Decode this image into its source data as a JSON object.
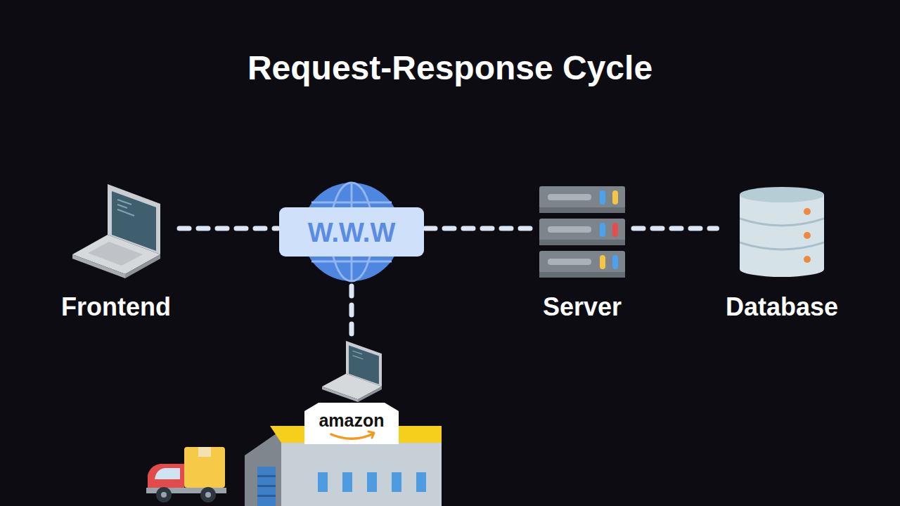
{
  "diagram": {
    "title": "Request-Response Cycle",
    "nodes": [
      {
        "text": [
          "Frontend"
        ]
      },
      {
        "text": [
          "W.W.W"
        ]
      },
      {
        "text": [
          "Server"
        ]
      },
      {
        "text": [
          "Database"
        ]
      },
      {
        "text": [
          "amazon"
        ]
      }
    ],
    "edges": [
      {
        "from": 0,
        "to": 1,
        "arrow": "none"
      },
      {
        "from": 1,
        "to": 2,
        "arrow": "none"
      },
      {
        "from": 2,
        "to": 3,
        "arrow": "none"
      },
      {
        "from": 1,
        "to": 4,
        "arrow": "none"
      }
    ]
  }
}
